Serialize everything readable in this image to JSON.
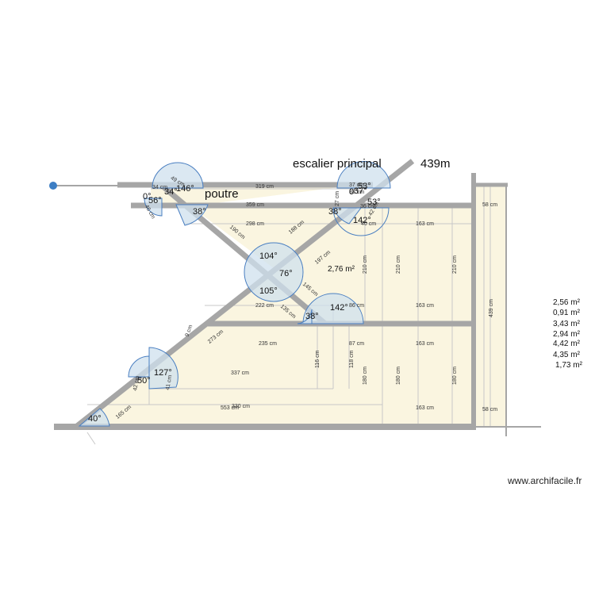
{
  "labels": {
    "poutre": "poutre",
    "stair": "escalier principal",
    "stair_height": "439m"
  },
  "dimensions": {
    "d319": "319 cm",
    "d359": "359 cm",
    "d298": "298 cm",
    "d190": "190 cm",
    "d188": "188 cm",
    "d197": "197 cm",
    "d145": "145 cm",
    "d135": "135 cm",
    "d222": "222 cm",
    "d273": "273 cm",
    "d235": "235 cm",
    "d337": "337 cm",
    "d553": "553 cm",
    "d330": "330 cm",
    "d165": "165 cm",
    "d9": "9 cm",
    "d42": "42 cm",
    "d41": "41 cm",
    "d116": "116 cm",
    "d118": "118 cm",
    "d87": "87 cm",
    "d27": "27 cm",
    "d37": "37 cm",
    "d36": "36 cm",
    "d34": "34 cm",
    "d38": "38 cm",
    "d46": "46 cm",
    "d49": "49 cm",
    "d40": "40 cm",
    "d42b": "42 cm",
    "d86": "86 cm",
    "d163a": "163 cm",
    "d163b": "163 cm",
    "d163c": "163 cm",
    "d163d": "163 cm",
    "d210a": "210 cm",
    "d210b": "210 cm",
    "d210c": "210 cm",
    "d180a": "180 cm",
    "d180b": "180 cm",
    "d180c": "180 cm",
    "d58a": "58 cm",
    "d58b": "58 cm",
    "d439": "439 cm"
  },
  "angles": {
    "a146": "146°",
    "a34": "34°",
    "a56": "56°",
    "a0": "0°",
    "a38a": "38°",
    "a38b": "38°",
    "a38c": "38°",
    "a142a": "142°",
    "a142b": "142°",
    "a104": "104°",
    "a76": "76°",
    "a105": "105°",
    "a127": "127°",
    "a50": "50°",
    "a40": "40°",
    "a37": "37°",
    "a53a": "53°",
    "a53b": "53°",
    "a0b": "0°"
  },
  "areas": {
    "center": "2,76 m²",
    "list": [
      "2,56 m²",
      "0,91 m²",
      "3,43 m²",
      "2,94 m²",
      "4,42 m²",
      "4,35 m²",
      "1,73 m²"
    ]
  },
  "watermark": "www.archifacile.fr",
  "colors": {
    "wall": "#a6a6a6",
    "fill": "#faf5e0",
    "arc_fill": "#cfe0ee",
    "arc_stroke": "#4a7fc1",
    "dot": "#3d7ec4"
  }
}
